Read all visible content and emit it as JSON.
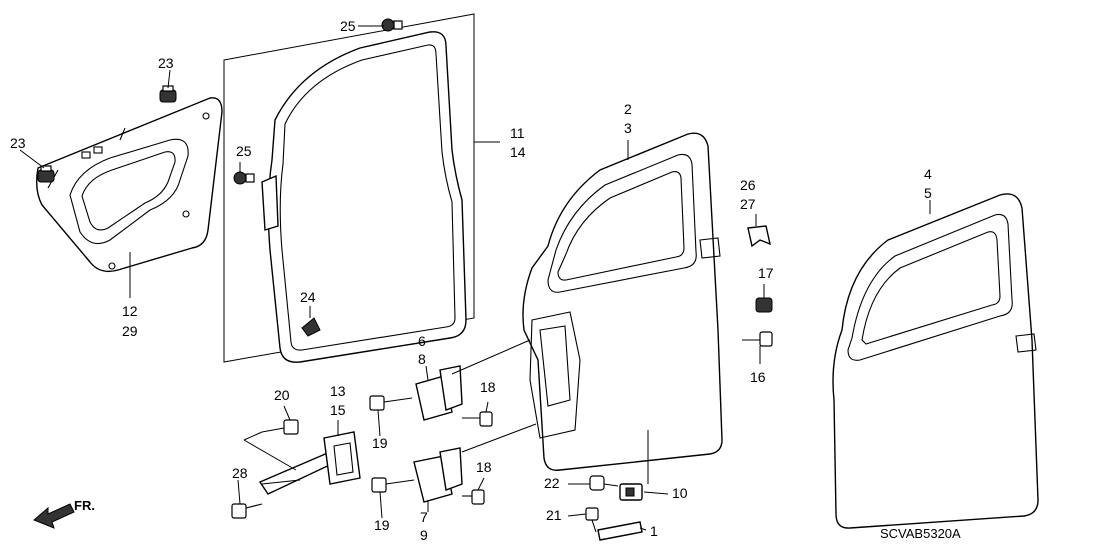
{
  "diagram": {
    "labels": {
      "l1": "1",
      "l2": "2",
      "l3": "3",
      "l4": "4",
      "l5": "5",
      "l6": "6",
      "l7": "7",
      "l8": "8",
      "l9": "9",
      "l10": "10",
      "l11": "11",
      "l12": "12",
      "l13": "13",
      "l14": "14",
      "l15": "15",
      "l16": "16",
      "l17": "17",
      "l18a": "18",
      "l18b": "18",
      "l19a": "19",
      "l19b": "19",
      "l20": "20",
      "l21": "21",
      "l22": "22",
      "l23a": "23",
      "l23b": "23",
      "l24": "24",
      "l25a": "25",
      "l25b": "25",
      "l26": "26",
      "l27": "27",
      "l28": "28",
      "l29": "29"
    },
    "front_indicator": "FR.",
    "drawing_code": "SCVAB5320A"
  }
}
